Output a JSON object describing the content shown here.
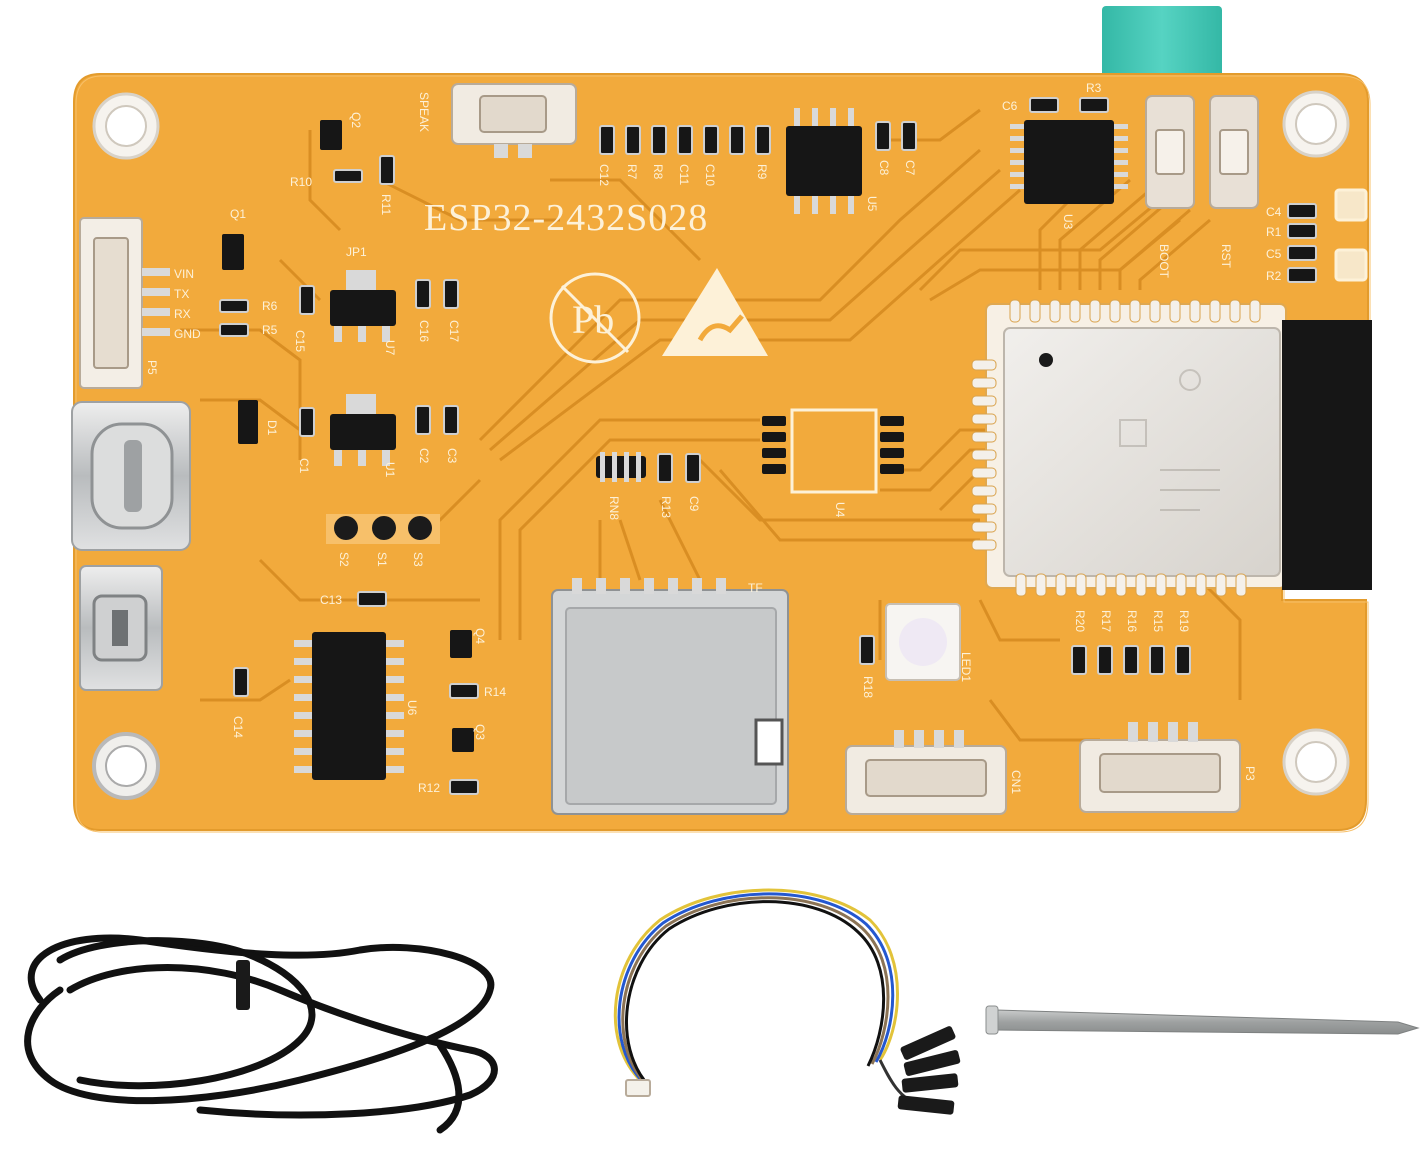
{
  "board": {
    "title": "ESP32-2432S028",
    "colors": {
      "pcb": "#f2aa3c",
      "pcb_shade": "#e0952a",
      "trace": "#d58a1f",
      "silkscreen": "#fdf1d8",
      "chip": "#161616",
      "module_shield": "#e8e4df",
      "tab": "#3fc4b2",
      "usb_metal": "#c9cbcc"
    },
    "labels": {
      "speak": "SPEAK",
      "q1": "Q1",
      "q2": "Q2",
      "r10": "R10",
      "r11": "R11",
      "vin": "VIN",
      "tx": "TX",
      "rx": "RX",
      "gnd": "GND",
      "p5": "P5",
      "r6": "R6",
      "r5": "R5",
      "jp1": "JP1",
      "u7": "U7",
      "u1": "U1",
      "c15": "C15",
      "c16": "C16",
      "c17": "C17",
      "c1": "C1",
      "c2": "C2",
      "c3": "C3",
      "d1": "D1",
      "s1": "S1",
      "s2": "S2",
      "s3": "S3",
      "c13": "C13",
      "u6": "U6",
      "c14": "C14",
      "q4": "Q4",
      "q3": "Q3",
      "r14": "R14",
      "r12": "R12",
      "c12": "C12",
      "r7": "R7",
      "r8": "R8",
      "c11": "C11",
      "c10": "C10",
      "r9": "R9",
      "u5": "U5",
      "c8": "C8",
      "c7": "C7",
      "c6": "C6",
      "r3": "R3",
      "u3": "U3",
      "boot": "BOOT",
      "rst": "RST",
      "c4": "C4",
      "r1": "R1",
      "c5": "C5",
      "r2": "R2",
      "u4": "U4",
      "rn8": "RN8",
      "r13": "R13",
      "c9": "C9",
      "tf": "TF",
      "led1": "LED1",
      "r18": "R18",
      "r20": "R20",
      "r17": "R17",
      "r16": "R16",
      "r15": "R15",
      "r19": "R19",
      "cn1": "CN1",
      "p3": "P3",
      "pb": "Pb"
    }
  },
  "accessories": {
    "usb_cable": "usb-cable",
    "jumper_wire": "4-pin-jumper-wire",
    "stylus": "touch-stylus"
  }
}
